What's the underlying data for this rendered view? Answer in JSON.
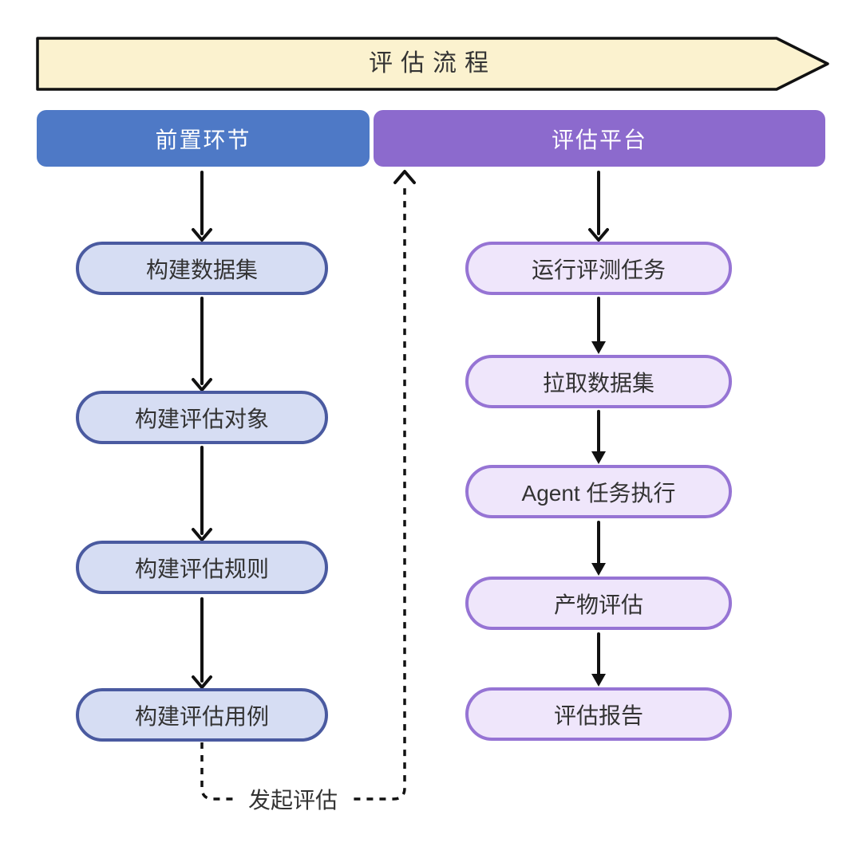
{
  "diagram": {
    "banner": {
      "label": "评估流程"
    },
    "headers": {
      "left": {
        "label": "前置环节"
      },
      "right": {
        "label": "评估平台"
      }
    },
    "left_column": {
      "nodes": [
        {
          "label": "构建数据集"
        },
        {
          "label": "构建评估对象"
        },
        {
          "label": "构建评估规则"
        },
        {
          "label": "构建评估用例"
        }
      ]
    },
    "right_column": {
      "nodes": [
        {
          "label": "运行评测任务"
        },
        {
          "label": "拉取数据集"
        },
        {
          "label": "Agent 任务执行"
        },
        {
          "label": "产物评估"
        },
        {
          "label": "评估报告"
        }
      ]
    },
    "feedback": {
      "label": "发起评估"
    }
  },
  "colors": {
    "banner-fill": "#FBF2CF",
    "banner-border": "#111111",
    "header-left-bg": "#4E79C6",
    "header-right-bg": "#8C6ACD",
    "node-left-fill": "#D6DDF3",
    "node-left-border": "#4A5AA0",
    "node-right-fill": "#EFE6FB",
    "node-right-border": "#9674D4",
    "arrow": "#111111",
    "text": "#333333",
    "header-text": "#FFFFFF"
  }
}
